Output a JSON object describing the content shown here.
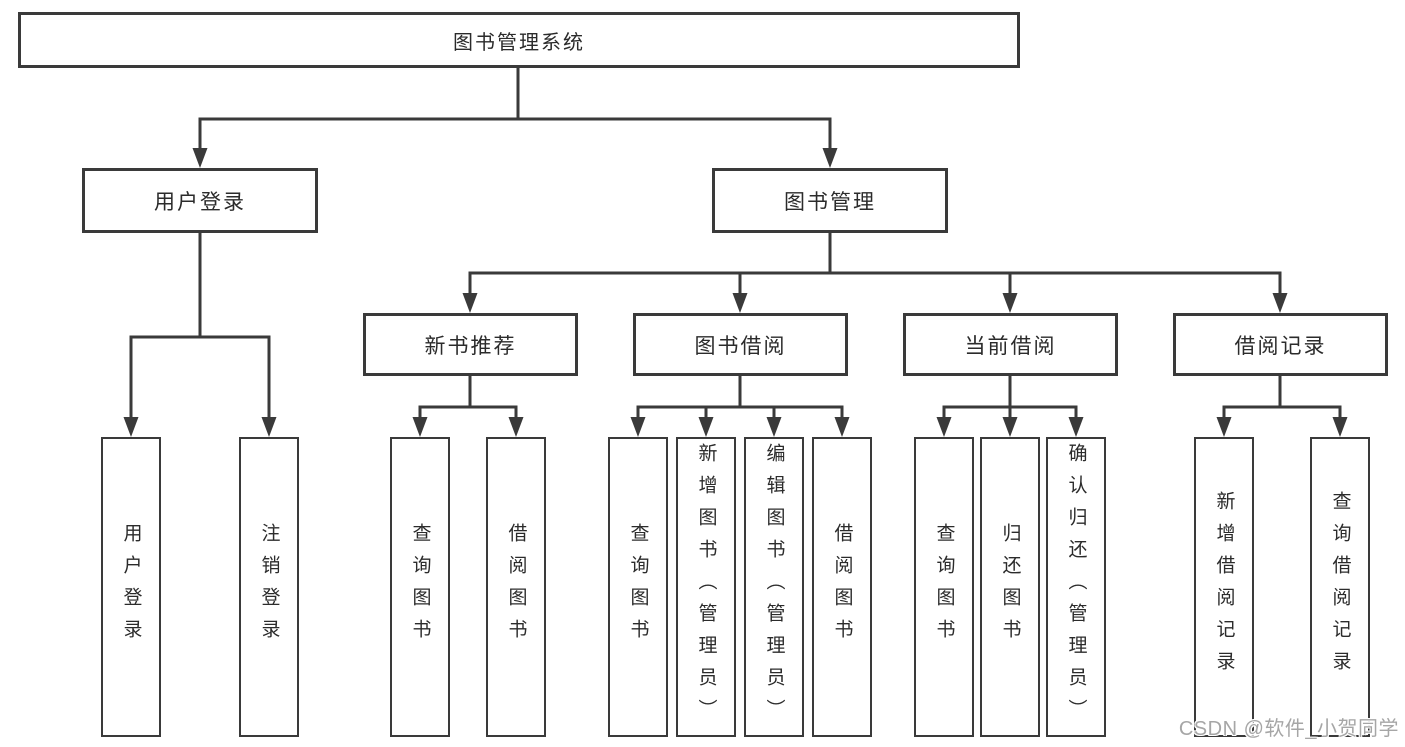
{
  "colors": {
    "line": "#3a3a3a",
    "text": "#2b2b2b",
    "background": "#ffffff",
    "watermark": "#a6a6a6"
  },
  "watermark": {
    "text": "CSDN @软件_小贺同学"
  },
  "tree": {
    "root": {
      "label": "图书管理系统",
      "children": [
        {
          "label": "用户登录",
          "children": [
            {
              "label": "用户登录"
            },
            {
              "label": "注销登录"
            }
          ]
        },
        {
          "label": "图书管理",
          "children": [
            {
              "label": "新书推荐",
              "children": [
                {
                  "label": "查询图书"
                },
                {
                  "label": "借阅图书"
                }
              ]
            },
            {
              "label": "图书借阅",
              "children": [
                {
                  "label": "查询图书"
                },
                {
                  "label": "新增图书（管理员）"
                },
                {
                  "label": "编辑图书（管理员）"
                },
                {
                  "label": "借阅图书"
                }
              ]
            },
            {
              "label": "当前借阅",
              "children": [
                {
                  "label": "查询图书"
                },
                {
                  "label": "归还图书"
                },
                {
                  "label": "确认归还（管理员）"
                }
              ]
            },
            {
              "label": "借阅记录",
              "children": [
                {
                  "label": "新增借阅记录"
                },
                {
                  "label": "查询借阅记录"
                }
              ]
            }
          ]
        }
      ]
    }
  }
}
